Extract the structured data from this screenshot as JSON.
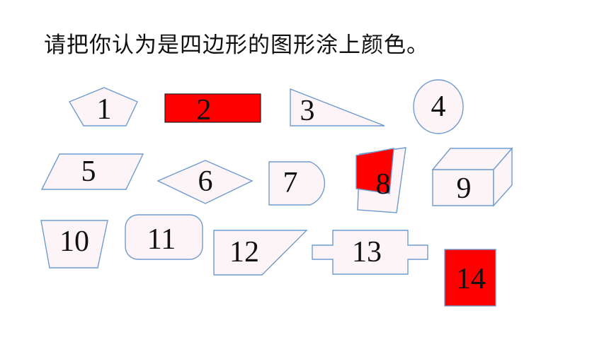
{
  "instruction": "请把你认为是四边形的图形涂上颜色。",
  "colors": {
    "fill": "#fdf4f8",
    "stroke": "#6f9ccf",
    "colored": "#ff0000"
  },
  "shapes": [
    {
      "label": "1",
      "kind": "pentagon",
      "colored": false
    },
    {
      "label": "2",
      "kind": "rectangle",
      "colored": true
    },
    {
      "label": "3",
      "kind": "right-triangle",
      "colored": false
    },
    {
      "label": "4",
      "kind": "ellipse",
      "colored": false
    },
    {
      "label": "5",
      "kind": "parallelogram",
      "colored": false
    },
    {
      "label": "6",
      "kind": "rhombus",
      "colored": false
    },
    {
      "label": "7",
      "kind": "rounded-end-rectangle",
      "colored": false
    },
    {
      "label": "8",
      "kind": "overlapping-quadrilaterals",
      "colored": true
    },
    {
      "label": "9",
      "kind": "cuboid",
      "colored": false
    },
    {
      "label": "10",
      "kind": "trapezoid",
      "colored": false
    },
    {
      "label": "11",
      "kind": "rounded-rectangle",
      "colored": false
    },
    {
      "label": "12",
      "kind": "right-trapezoid",
      "colored": false
    },
    {
      "label": "13",
      "kind": "cross-shape",
      "colored": false
    },
    {
      "label": "14",
      "kind": "square",
      "colored": true
    }
  ]
}
